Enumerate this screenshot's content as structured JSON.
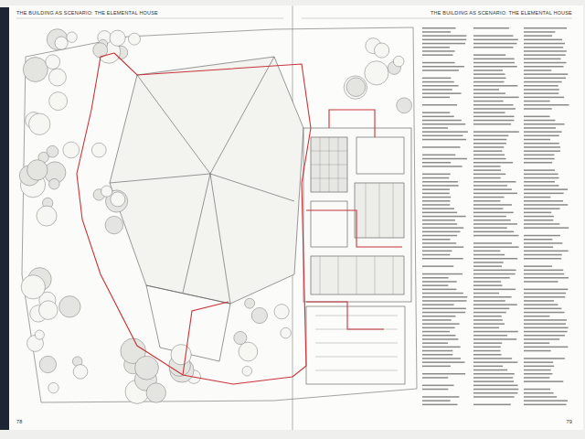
{
  "diagram": {
    "labels": [
      "THE BUILDING AS SCENARIO: THE ELEMENTAL HOUSE",
      "THE BUILDING AS SCENARIO: THE ELEMENTAL HOUSE",
      "78",
      "79"
    ]
  }
}
